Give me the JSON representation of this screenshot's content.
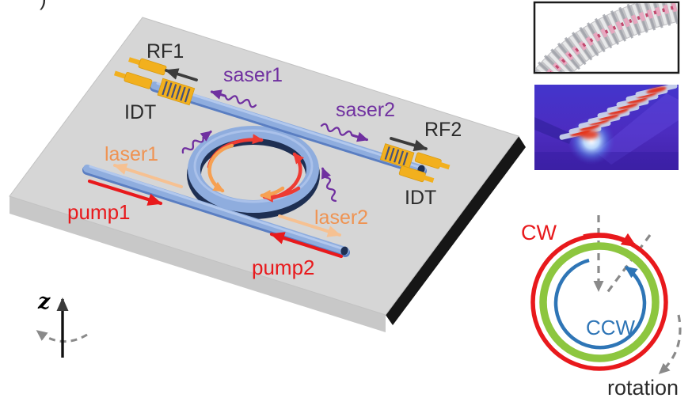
{
  "figure": {
    "panel_mark": ")",
    "chip": {
      "rf1": "RF1",
      "rf2": "RF2",
      "idt_left": "IDT",
      "idt_right": "IDT",
      "saser1": "saser1",
      "saser2": "saser2",
      "laser1": "laser1",
      "laser2": "laser2",
      "pump1": "pump1",
      "pump2": "pump2",
      "z_axis": "z"
    },
    "legend": {
      "cw": "CW",
      "ccw": "CCW",
      "rotation": "rotation"
    },
    "colors": {
      "pump_red": "#e8191c",
      "laser_orange": "#ef9352",
      "laser_arrow_light": "#f6c192",
      "saser_purple": "#7030a0",
      "waveguide_blue": "#8fadde",
      "idt_gold": "#f2b01e",
      "slab_gray": "#d6d6d6",
      "cw_red": "#e8191c",
      "ccw_blue": "#2e75b6",
      "ring_green": "#8dc63f",
      "rotation_gray": "#8a8a8a"
    }
  }
}
